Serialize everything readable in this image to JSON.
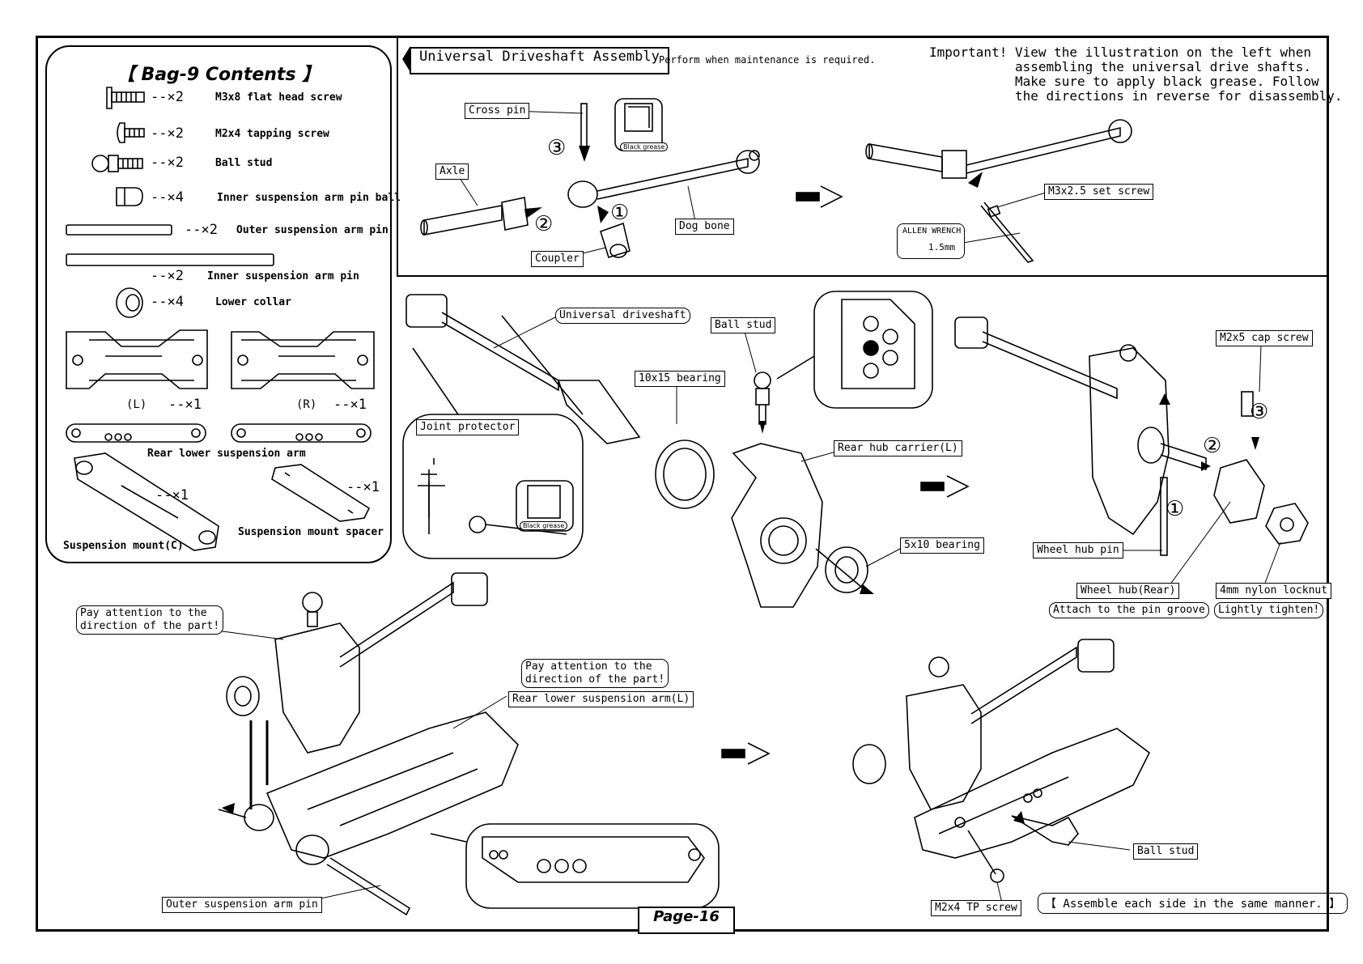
{
  "bag": {
    "title": "【 Bag-9 Contents 】",
    "items": [
      {
        "qty": "--×2",
        "name": "M3x8 flat head screw"
      },
      {
        "qty": "--×2",
        "name": "M2x4 tapping screw"
      },
      {
        "qty": "--×2",
        "name": "Ball stud"
      },
      {
        "qty": "--×4",
        "name": "Inner suspension arm pin ball"
      },
      {
        "qty": "--×2",
        "name": "Outer suspension arm pin"
      },
      {
        "qty": "--×2",
        "name": "Inner suspension arm pin"
      },
      {
        "qty": "--×4",
        "name": "Lower collar"
      }
    ],
    "arm_left_side": "(L)",
    "arm_left_qty": "--×1",
    "arm_right_side": "(R)",
    "arm_right_qty": "--×1",
    "arm_name": "Rear lower suspension arm",
    "mount_qty": "--×1",
    "mount_name": "Suspension mount(C)",
    "spacer_qty": "--×1",
    "spacer_name": "Suspension mount spacer"
  },
  "section": {
    "title": "Universal Driveshaft Assembly",
    "note": "Perform when maintenance is required."
  },
  "important": "Important! View the illustration on the left when\n           assembling the universal drive shafts.\n           Make sure to apply black grease. Follow\n           the directions in reverse for disassembly.",
  "labels": {
    "cross_pin": "Cross pin",
    "axle": "Axle",
    "coupler": "Coupler",
    "dog_bone": "Dog bone",
    "black_grease": "Black grease",
    "set_screw": "M3x2.5 set screw",
    "allen_wrench": "ALLEN WRENCH",
    "allen_size": "1.5mm",
    "universal_driveshaft": "Universal driveshaft",
    "joint_protector": "Joint protector",
    "ball_stud": "Ball stud",
    "bearing_10x15": "10x15 bearing",
    "rear_hub_carrier": "Rear hub carrier(L)",
    "bearing_5x10": "5x10 bearing",
    "m2x5_cap_screw": "M2x5 cap screw",
    "wheel_hub_pin": "Wheel hub pin",
    "wheel_hub_rear": "Wheel hub(Rear)",
    "attach_pin_groove": "Attach to the pin groove",
    "nylon_locknut": "4mm nylon locknut",
    "lightly_tighten": "Lightly tighten!",
    "pay_attention_1": "Pay attention to the\ndirection of the part!",
    "pay_attention_2": "Pay attention to the\ndirection of the part!",
    "rear_lower_arm_l": "Rear lower suspension arm(L)",
    "outer_arm_pin": "Outer suspension arm pin",
    "ball_stud_2": "Ball stud",
    "m2x4_tp_screw": "M2x4 TP screw"
  },
  "steps": {
    "s1": "①",
    "s2": "②",
    "s3": "③",
    "h1": "①",
    "h2": "②",
    "h3": "③"
  },
  "footer_note": "【 Assemble each side in the same manner. 】",
  "page": "Page-16"
}
